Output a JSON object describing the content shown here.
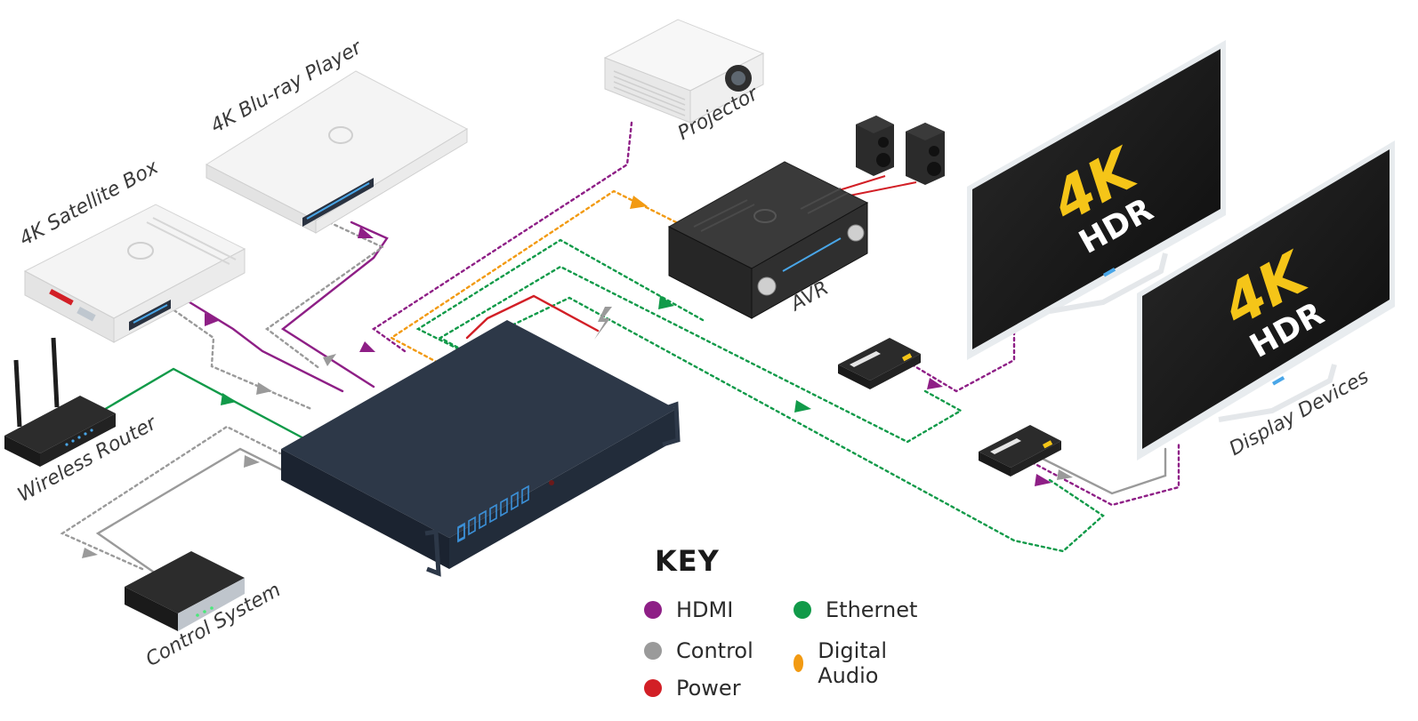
{
  "labels": {
    "bluray": "4K Blu-ray Player",
    "satellite": "4K Satellite Box",
    "projector": "Projector",
    "avr": "AVR",
    "router": "Wireless Router",
    "control": "Control System",
    "displays": "Display Devices",
    "tv_badge_top": "4K",
    "tv_badge_bottom": "HDR"
  },
  "key": {
    "title": "KEY",
    "items": [
      {
        "label": "HDMI",
        "color": "#8e1f86"
      },
      {
        "label": "Control",
        "color": "#9a9a9a"
      },
      {
        "label": "Power",
        "color": "#d21f26"
      },
      {
        "label": "Ethernet",
        "color": "#119a49"
      },
      {
        "label": "Digital Audio",
        "color": "#f29a12"
      }
    ]
  },
  "colors": {
    "hdmi": "#8e1f86",
    "control": "#9a9a9a",
    "power": "#d21f26",
    "ethernet": "#119a49",
    "audio": "#f29a12",
    "device_dark": "#2b3442",
    "accent_blue": "#3b8fd6",
    "badge_gold": "#f5c518"
  }
}
